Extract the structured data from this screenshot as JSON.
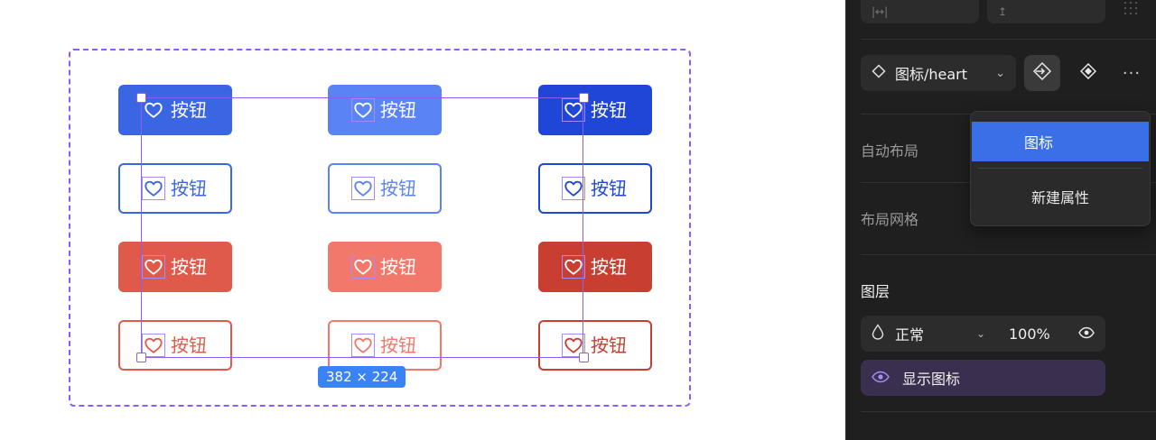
{
  "canvas": {
    "button_label": "按钮",
    "size_badge": "382 × 224",
    "colors": {
      "blue": "#3b66e3",
      "blue_light": "#5a84f6",
      "blue_dark": "#1f46d6",
      "red": "#e05a4c",
      "red_light": "#f2786b",
      "red_dark": "#c83e31",
      "selection": "#8b5cf6"
    }
  },
  "panel": {
    "component_name": "图标/heart",
    "auto_layout_label": "自动布局",
    "layout_grid_label": "布局网格",
    "layer_title": "图层",
    "blend_mode": "正常",
    "opacity": "100%",
    "show_icon_label": "显示图标"
  },
  "menu": {
    "item_icon": "图标",
    "item_new_property": "新建属性"
  }
}
